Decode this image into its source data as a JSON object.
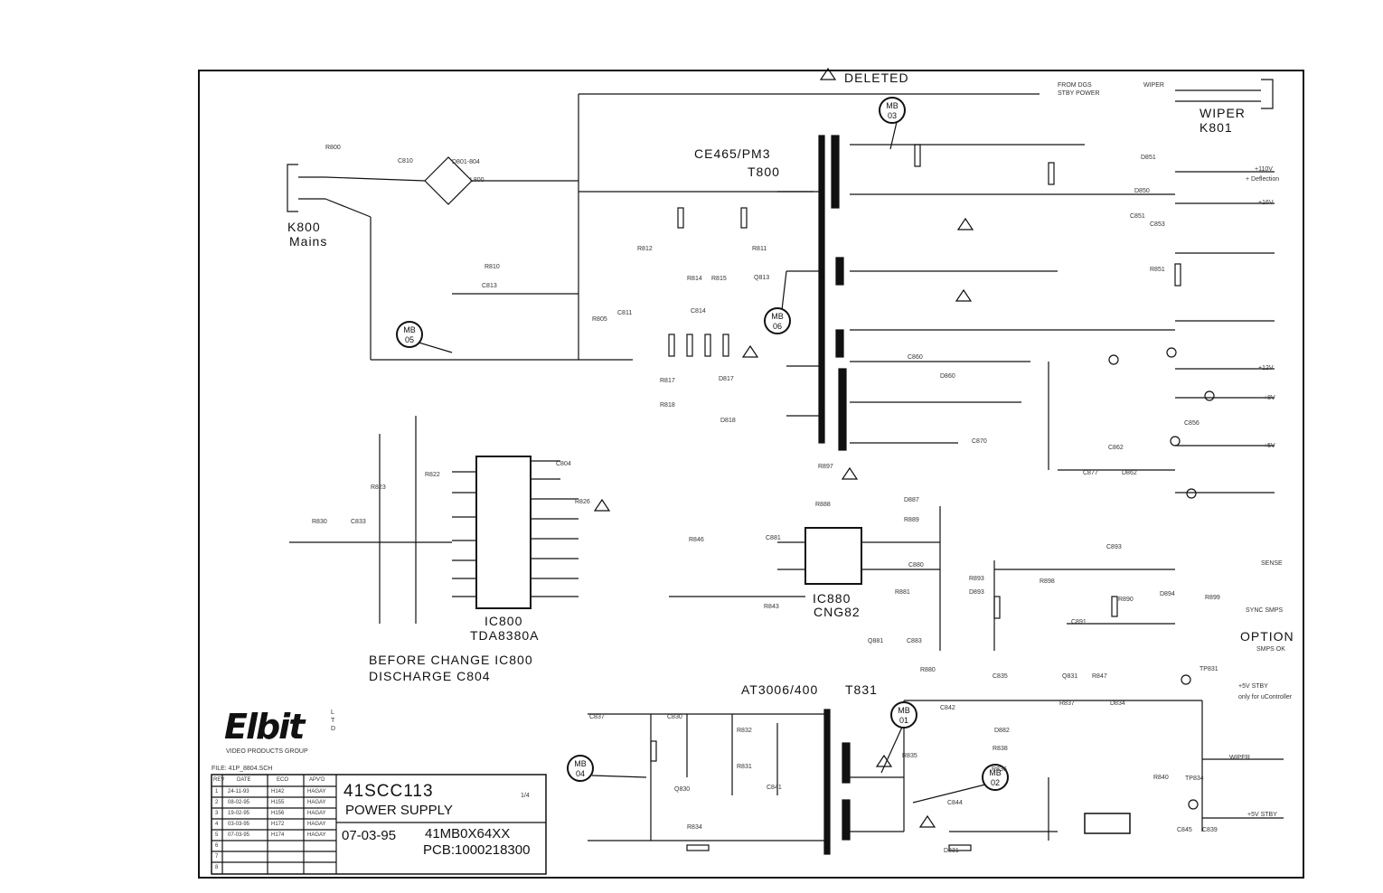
{
  "labels": {
    "deleted": "DELETED",
    "wiper": "WIPER",
    "k801": "K801",
    "ce465": "CE465/PM3",
    "t800": "T800",
    "k800": "K800",
    "mains": "Mains",
    "ic800": "IC800",
    "tda": "TDA8380A",
    "ic880": "IC880",
    "cng": "CNG82",
    "before1": "BEFORE CHANGE IC800",
    "before2": "DISCHARGE C804",
    "at3006": "AT3006/400",
    "t831": "T831",
    "option": "OPTION"
  },
  "markers": [
    {
      "name": "mb-03",
      "top": "MB",
      "bottom": "03"
    },
    {
      "name": "mb-05",
      "top": "MB",
      "bottom": "05"
    },
    {
      "name": "mb-06",
      "top": "MB",
      "bottom": "06"
    },
    {
      "name": "mb-01",
      "top": "MB",
      "bottom": "01"
    },
    {
      "name": "mb-04",
      "top": "MB",
      "bottom": "04"
    },
    {
      "name": "mb-02",
      "top": "MB",
      "bottom": "02"
    }
  ],
  "logo": {
    "brand": "Elbit",
    "ltd": "L T D",
    "division": "VIDEO PRODUCTS GROUP"
  },
  "title_block": {
    "file": "FILE: 41P_8804.SCH",
    "doc_number": "41SCC113",
    "sheet": "1/4",
    "title": "POWER SUPPLY",
    "date": "07-03-95",
    "model": "41MB0X64XX",
    "pcb": "PCB:1000218300",
    "rev_headers": [
      "REV",
      "DATE",
      "ECO",
      "APV'D"
    ],
    "revisions": [
      [
        "1",
        "24-11-93",
        "H142",
        "HAGAY"
      ],
      [
        "2",
        "08-02-95",
        "H155",
        "HAGAY"
      ],
      [
        "3",
        "19-02-95",
        "H156",
        "HAGAY"
      ],
      [
        "4",
        "03-03-95",
        "H172",
        "HAGAY"
      ],
      [
        "5",
        "07-03-95",
        "H174",
        "HAGAY"
      ],
      [
        "6",
        "",
        "",
        ""
      ],
      [
        "7",
        "",
        "",
        ""
      ],
      [
        "8",
        "",
        "",
        ""
      ]
    ]
  },
  "components": {
    "r800": "R800",
    "c810": "C810",
    "tr_d": "D801-804",
    "l800": "L800",
    "r810": "R810",
    "c813": "C813",
    "r812": "R812",
    "r811": "R811",
    "r805": "R805",
    "c811": "C811",
    "r822": "R822",
    "r830": "R830",
    "c833": "C833",
    "r823": "R823",
    "c804": "C804",
    "r826": "R826",
    "r817": "R817",
    "r818": "R818",
    "d817": "D817",
    "d818": "D818",
    "q813": "Q813",
    "c814": "C814",
    "r814": "R814",
    "r815": "R815",
    "r897": "R897",
    "d887": "D887",
    "r889": "R889",
    "r888": "R888",
    "c881": "C881",
    "c880": "C880",
    "r881": "R881",
    "c883": "C883",
    "r880": "R880",
    "q881": "Q881",
    "r846": "R846",
    "r843": "R843",
    "c837": "C837",
    "r837": "R837",
    "d831": "D831",
    "c830": "C830",
    "r832": "R832",
    "r831": "R831",
    "q830": "Q830",
    "r834": "R834",
    "r835": "R835",
    "c841": "C841",
    "d882": "D882",
    "r838": "R838",
    "c842": "C842",
    "c844": "C844",
    "r847": "R847",
    "d834": "D834",
    "r836": "R836",
    "c835": "C835",
    "q831": "Q831",
    "r840": "R840",
    "c845": "C845",
    "c839": "C839",
    "d851": "D851",
    "d850": "D850",
    "c851": "C851",
    "c853": "C853",
    "r851": "R851",
    "c862": "C862",
    "d862": "D862",
    "c877": "C877",
    "c856": "C856",
    "c860": "C860",
    "d860": "D860",
    "c870": "C870",
    "r893": "R893",
    "d893": "D893",
    "c893": "C893",
    "r899": "R899",
    "d894": "D894",
    "r890": "R890",
    "r898": "R898",
    "c891": "C891",
    "tp831": "TP831",
    "tp834": "TP834"
  },
  "signals": {
    "from_dgs": "FROM DGS",
    "stby_power": "STBY POWER",
    "wiper_sig": "WIPER",
    "def": "+ Deflection",
    "s110": "+110V",
    "s16": "+16V",
    "s12": "+12V",
    "s8": "+8V",
    "s5": "+5V",
    "sense": "SENSE",
    "sync": "SYNC SMPS",
    "smps_ok": "SMPS OK",
    "std": "+5V STBY",
    "only": "only for uController",
    "wiper2": "WIPER",
    "stby": "+5V STBY"
  }
}
